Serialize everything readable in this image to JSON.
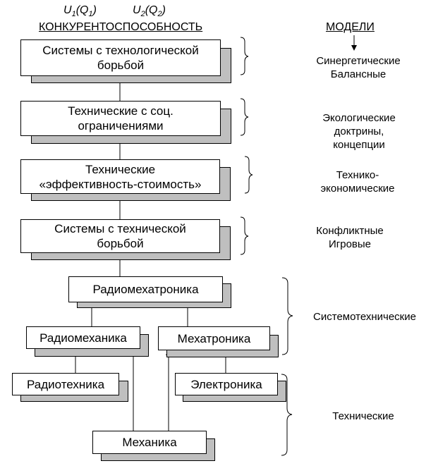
{
  "header": {
    "u1": {
      "sym": "U",
      "i1": "1",
      "mid": "(Q",
      "i2": "1",
      "end": ")"
    },
    "u2": {
      "sym": "U",
      "i1": "2",
      "mid": "(Q",
      "i2": "2",
      "end": ")"
    },
    "competitiveness": "КОНКУРЕНТОСПОСОБНОСТЬ",
    "models": "МОДЕЛИ"
  },
  "boxes": {
    "tech_struggle": "Системы с технологической\nборьбой",
    "tech_social": "Технические с соц.\nограничениями",
    "tech_efficiency": "Технические\n«эффективность-стоимость»",
    "systems_tech_struggle": "Системы с технической\nборьбой",
    "radiomechatronics": "Радиомехатроника",
    "radiomechanics": "Радиомеханика",
    "mechatronics": "Мехатроника",
    "radiotechnics": "Радиотехника",
    "electronics": "Электроника",
    "mechanics": "Механика"
  },
  "models": {
    "synergetic": "Синергетические\nБалансные",
    "ecological": "Экологические\nдоктрины, концепции",
    "technoeconomic": "Технико-экономические",
    "conflict": "Конфликтные\nИгровые",
    "systemotechnical": "Системотехнические",
    "technical": "Технические"
  },
  "colors": {
    "shadow": "#bfbfbf",
    "line": "#000000"
  }
}
